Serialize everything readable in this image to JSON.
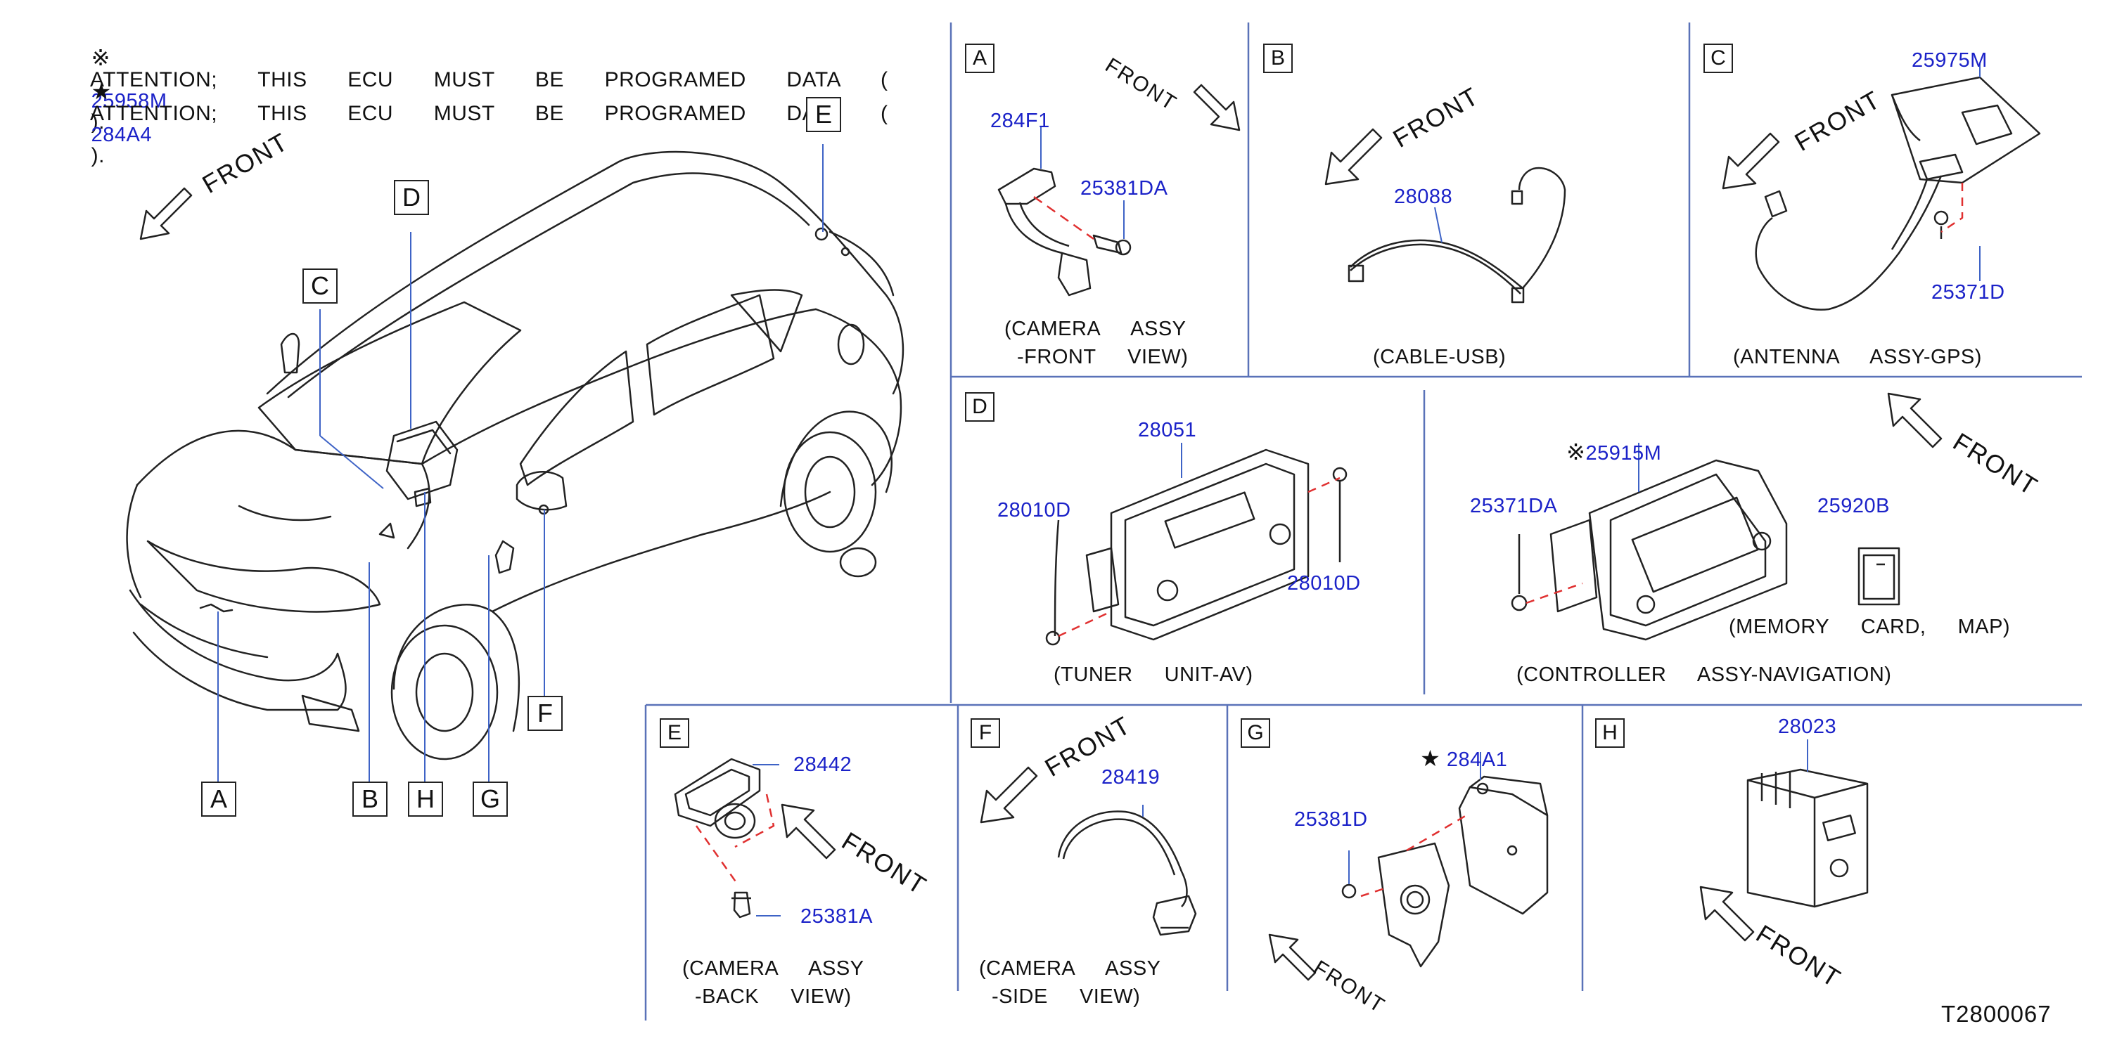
{
  "notes": {
    "line1": {
      "symbol": "※",
      "prefix": "ATTENTION;  THIS  ECU  MUST  BE  PROGRAMED  DATA  (",
      "part": "25958M",
      "suffix": ")."
    },
    "line2": {
      "symbol": "★",
      "prefix": "ATTENTION;  THIS  ECU  MUST  BE  PROGRAMED  DATA  (",
      "part": "284A4",
      "suffix": ")."
    }
  },
  "front_label": "FRONT",
  "car_callouts": [
    "A",
    "B",
    "C",
    "D",
    "E",
    "F",
    "G",
    "H"
  ],
  "panels": {
    "A": {
      "letter": "A",
      "parts": [
        "284F1",
        "25381DA"
      ],
      "caption1": "(CAMERA  ASSY",
      "caption2": "-FRONT  VIEW)"
    },
    "B": {
      "letter": "B",
      "parts": [
        "28088"
      ],
      "caption1": "(CABLE-USB)"
    },
    "C": {
      "letter": "C",
      "parts": [
        "25975M",
        "25371D"
      ],
      "caption1": "(ANTENNA  ASSY-GPS)"
    },
    "D": {
      "letter": "D",
      "parts": [
        "28051",
        "28010D",
        "28010D"
      ],
      "caption1": "(TUNER  UNIT-AV)",
      "nav_parts": [
        "25915M",
        "25371DA",
        "25920B"
      ],
      "nav_symbol": "※",
      "memory_caption": "(MEMORY  CARD,  MAP)",
      "nav_caption": "(CONTROLLER  ASSY-NAVIGATION)"
    },
    "E": {
      "letter": "E",
      "parts": [
        "28442",
        "25381A"
      ],
      "caption1": "(CAMERA  ASSY",
      "caption2": "-BACK  VIEW)"
    },
    "F": {
      "letter": "F",
      "parts": [
        "28419"
      ],
      "caption1": "(CAMERA  ASSY",
      "caption2": "-SIDE  VIEW)"
    },
    "G": {
      "letter": "G",
      "parts": [
        "284A1",
        "25381D"
      ],
      "symbol": "★"
    },
    "H": {
      "letter": "H",
      "parts": [
        "28023"
      ]
    }
  },
  "drawing_code": "T2800067",
  "colors": {
    "line": "#222222",
    "border": "#5a72b8",
    "part_number": "#1b22c8",
    "leader": "#3e63c6",
    "dashed": "#e03030"
  }
}
